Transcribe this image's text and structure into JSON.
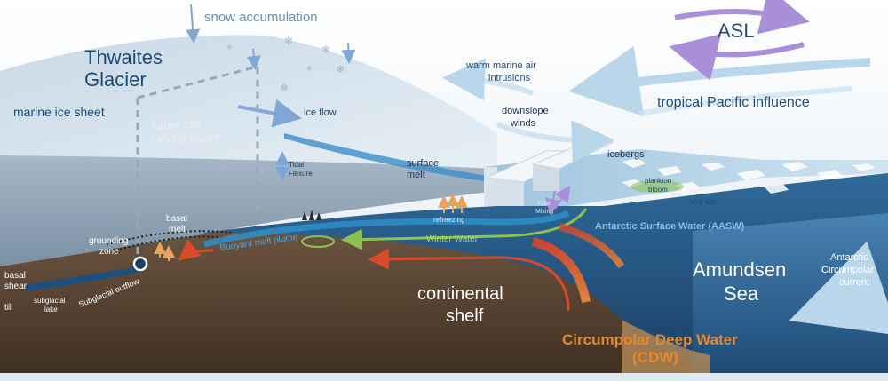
{
  "labels": {
    "snow_accumulation": "snow accumulation",
    "glacier_line1": "Thwaites",
    "glacier_line2": "Glacier",
    "marine_ice_sheet": "marine ice sheet",
    "future_cliff_line1": "future cliff",
    "future_cliff_line2": "calving front?",
    "ice_flow": "ice flow",
    "tidal_flexure_line1": "Tidal",
    "tidal_flexure_line2": "Flexure",
    "surface_melt_line1": "surface",
    "surface_melt_line2": "melt",
    "warm_air_line1": "warm marine air",
    "warm_air_line2": "intrusions",
    "downslope_line1": "downslope",
    "downslope_line2": "winds",
    "icebergs": "icebergs",
    "asl": "ASL",
    "tropical_pacific": "tropical  Pacific influence",
    "plankton_line1": "plankton",
    "plankton_line2": "bloom",
    "sea_ice": "sea ice",
    "aasw": "Antarctic Surface Water (AASW)",
    "refreezing": "refreezing",
    "tidal_mixing_line1": "Tidal",
    "tidal_mixing_line2": "Mixing",
    "winter_water": "Winter Water",
    "buoyant_plume": "Buoyant melt plume",
    "basal_melt_line1": "basal",
    "basal_melt_line2": "melt",
    "grounding_zone_line1": "grounding",
    "grounding_zone_line2": "zone",
    "basal_shear_line1": "basal",
    "basal_shear_line2": "shear",
    "till": "till",
    "subglacial_lake_line1": "subglacial",
    "subglacial_lake_line2": "lake",
    "subglacial_outflow": "Subglacial outflow",
    "continental_line1": "continental",
    "continental_line2": "shelf",
    "amundsen_line1": "Amundsen",
    "amundsen_line2": "Sea",
    "acc_line1": "Antarctic",
    "acc_line2": "Circumpolar",
    "acc_line3": "current",
    "cdw_line1": "Circumpolar Deep Water",
    "cdw_line2": "(CDW)"
  },
  "colors": {
    "ocean_deep": "#1f4f7e",
    "ocean_front": "#2b6594",
    "bedrock": "#5a4632",
    "ice_sky": "#e8f1f8",
    "cdw_orange": "#e8882a",
    "winter_green": "#8cc152",
    "warm_red": "#d94a2a",
    "asl_purple": "#a88fd8",
    "label_blue": "#1e5a8a"
  },
  "icons": [
    "snowflake-icon",
    "asl-circulation-icon",
    "grounding-line-marker-icon"
  ]
}
